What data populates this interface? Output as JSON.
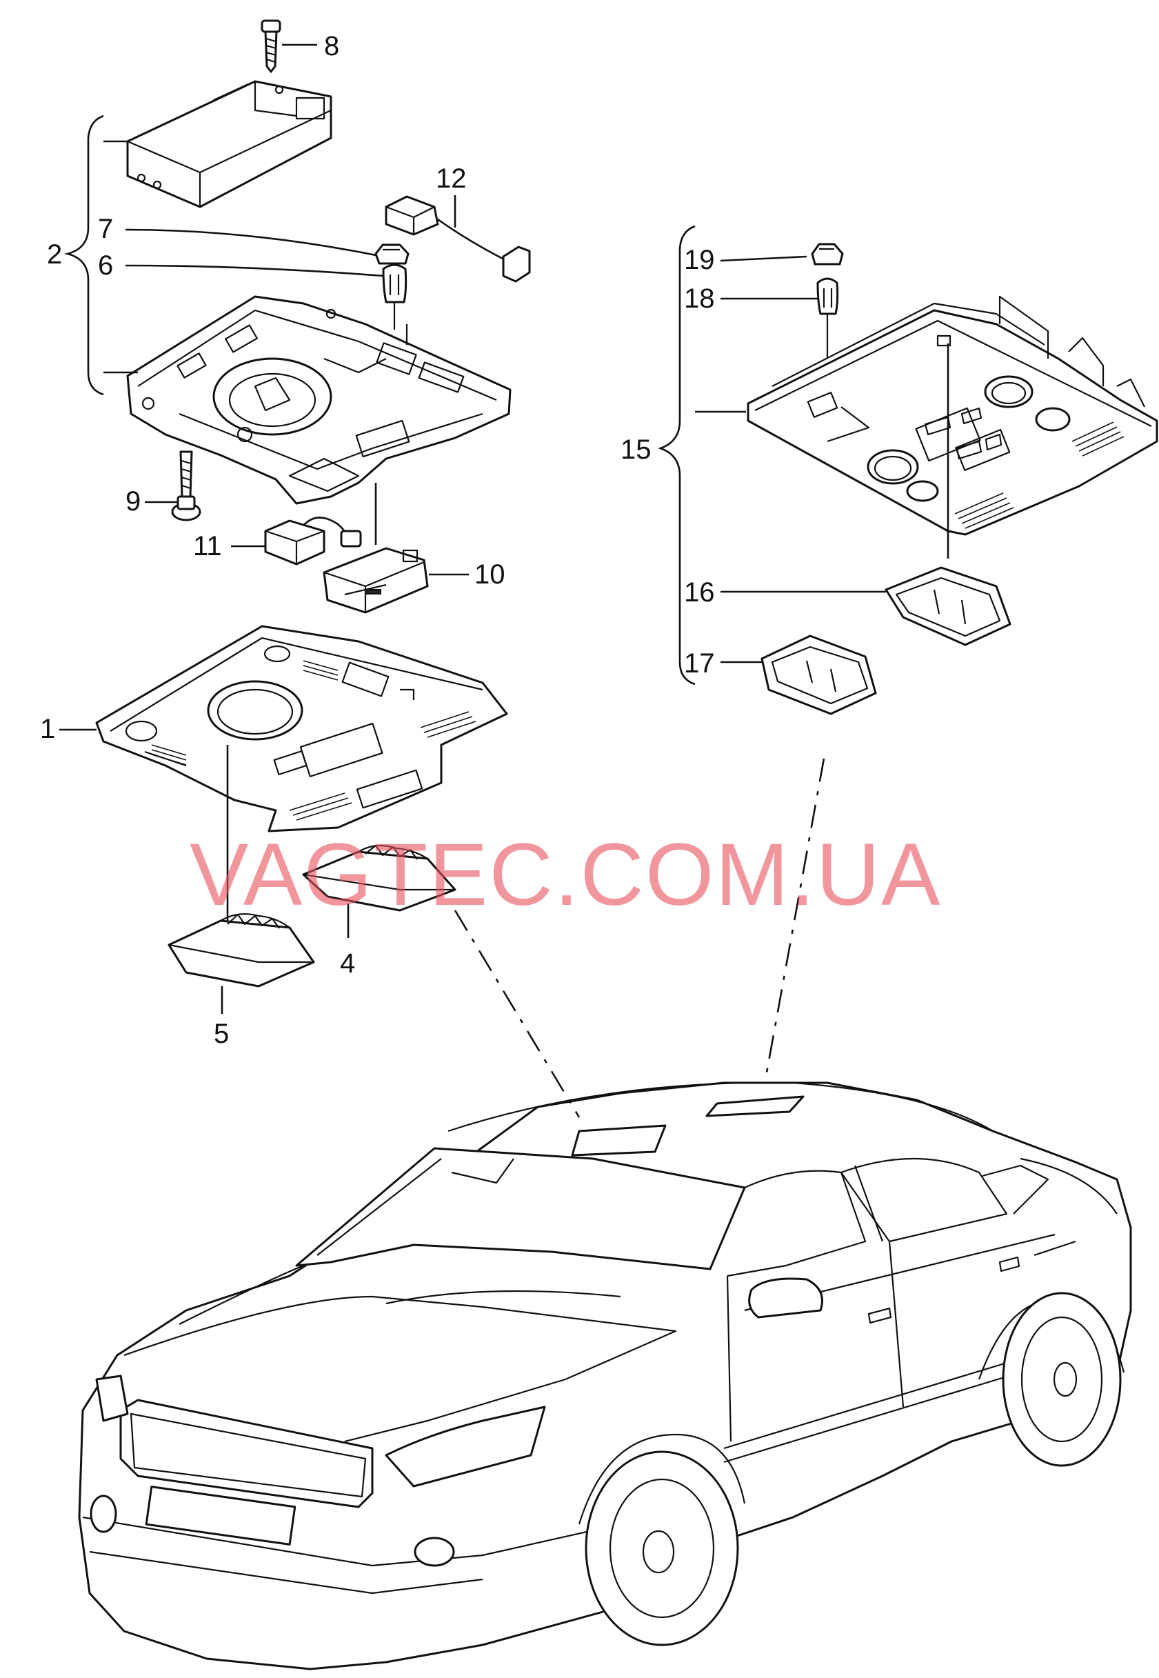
{
  "callouts": {
    "c1": "1",
    "c2": "2",
    "c4": "4",
    "c5": "5",
    "c6": "6",
    "c7": "7",
    "c8": "8",
    "c9": "9",
    "c10": "10",
    "c11": "11",
    "c12": "12",
    "c15": "15",
    "c16": "16",
    "c17": "17",
    "c18": "18",
    "c19": "19"
  },
  "watermark": "VAGTEC.COM.UA",
  "colors": {
    "line": "#111111",
    "watermark": "#e8505b",
    "background": "#ffffff"
  }
}
